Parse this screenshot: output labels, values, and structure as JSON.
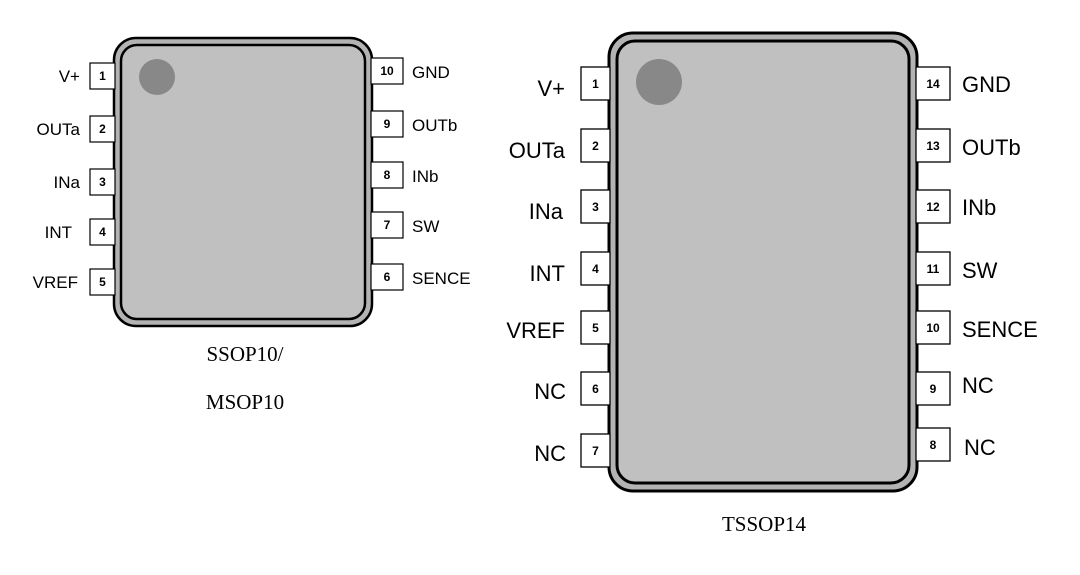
{
  "packages": [
    {
      "id": "ssop10",
      "caption_lines": [
        "SSOP10/",
        "MSOP10"
      ],
      "left_pins": [
        {
          "num": "1",
          "label": "V+"
        },
        {
          "num": "2",
          "label": "OUTa"
        },
        {
          "num": "3",
          "label": "INa"
        },
        {
          "num": "4",
          "label": "INT"
        },
        {
          "num": "5",
          "label": "VREF"
        }
      ],
      "right_pins": [
        {
          "num": "10",
          "label": "GND"
        },
        {
          "num": "9",
          "label": "OUTb"
        },
        {
          "num": "8",
          "label": "INb"
        },
        {
          "num": "7",
          "label": "SW"
        },
        {
          "num": "6",
          "label": "SENCE"
        }
      ]
    },
    {
      "id": "tssop14",
      "caption_lines": [
        "TSSOP14"
      ],
      "left_pins": [
        {
          "num": "1",
          "label": "V+"
        },
        {
          "num": "2",
          "label": "OUTa"
        },
        {
          "num": "3",
          "label": "INa"
        },
        {
          "num": "4",
          "label": "INT"
        },
        {
          "num": "5",
          "label": "VREF"
        },
        {
          "num": "6",
          "label": "NC"
        },
        {
          "num": "7",
          "label": "NC"
        }
      ],
      "right_pins": [
        {
          "num": "14",
          "label": "GND"
        },
        {
          "num": "13",
          "label": "OUTb"
        },
        {
          "num": "12",
          "label": "INb"
        },
        {
          "num": "11",
          "label": "SW"
        },
        {
          "num": "10",
          "label": "SENCE"
        },
        {
          "num": "9",
          "label": "NC"
        },
        {
          "num": "8",
          "label": "NC"
        }
      ]
    }
  ],
  "colors": {
    "body_fill": "#c0c0c0",
    "body_outer": "#b3b3b3",
    "pin1_dot": "#888888",
    "outline": "#000000"
  }
}
